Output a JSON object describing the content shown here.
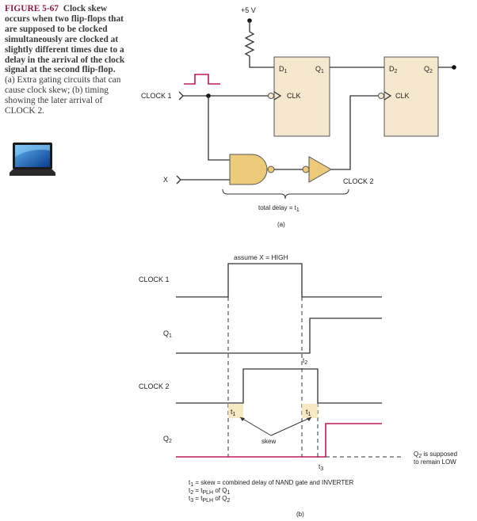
{
  "caption": {
    "figure_label": "FIGURE 5-67",
    "title": "Clock skew occurs when two flip-flops that are supposed to be clocked simultaneously are clocked at slightly different times due to a delay in the arrival of the clock signal at the second flip-flop.",
    "part_a": "(a) Extra gating circuits that can cause clock skew;",
    "part_b": "(b) timing showing the later arrival of CLOCK 2."
  },
  "icons": {
    "laptop": "laptop-icon"
  },
  "circuit": {
    "supply": "+5 V",
    "clock1": "CLOCK 1",
    "x_input": "X",
    "clock2": "CLOCK 2",
    "ff1": {
      "d": "D",
      "d_sub": "1",
      "q": "Q",
      "q_sub": "1",
      "clk": "CLK"
    },
    "ff2": {
      "d": "D",
      "d_sub": "2",
      "q": "Q",
      "q_sub": "2",
      "clk": "CLK"
    },
    "delay_label": "total delay = t",
    "delay_sub": "1",
    "part_label": "(a)"
  },
  "timing": {
    "assume": "assume X = HIGH",
    "signals": [
      {
        "name": "CLOCK 1"
      },
      {
        "name": "Q",
        "sub": "1"
      },
      {
        "name": "CLOCK 2"
      },
      {
        "name": "Q",
        "sub": "2"
      }
    ],
    "t1": "t",
    "t1_sub": "1",
    "t2": "t",
    "t2_sub": "2",
    "t3": "t",
    "t3_sub": "3",
    "skew": "skew",
    "note_line1": "Q",
    "note_sub": "2",
    "note_line1_rest": " is supposed",
    "note_line2": "to remain LOW",
    "legend": [
      {
        "lhs": "t",
        "lhs_sub": "1",
        "rhs": " = skew = combined delay of NAND gate and INVERTER"
      },
      {
        "lhs": "t",
        "lhs_sub": "2",
        "rhs": " = t",
        "rhs_sub": "PLH",
        "rhs_tail": " of Q",
        "tail_sub": "1"
      },
      {
        "lhs": "t",
        "lhs_sub": "3",
        "rhs": " = t",
        "rhs_sub": "PLH",
        "rhs_tail": " of Q",
        "tail_sub": "2"
      }
    ],
    "part_label": "(b)"
  },
  "colors": {
    "accent": "#c2185b",
    "flipflop_fill": "#f5e8cf",
    "gate_fill": "#edc97a",
    "figure_label": "#8a1c46"
  }
}
